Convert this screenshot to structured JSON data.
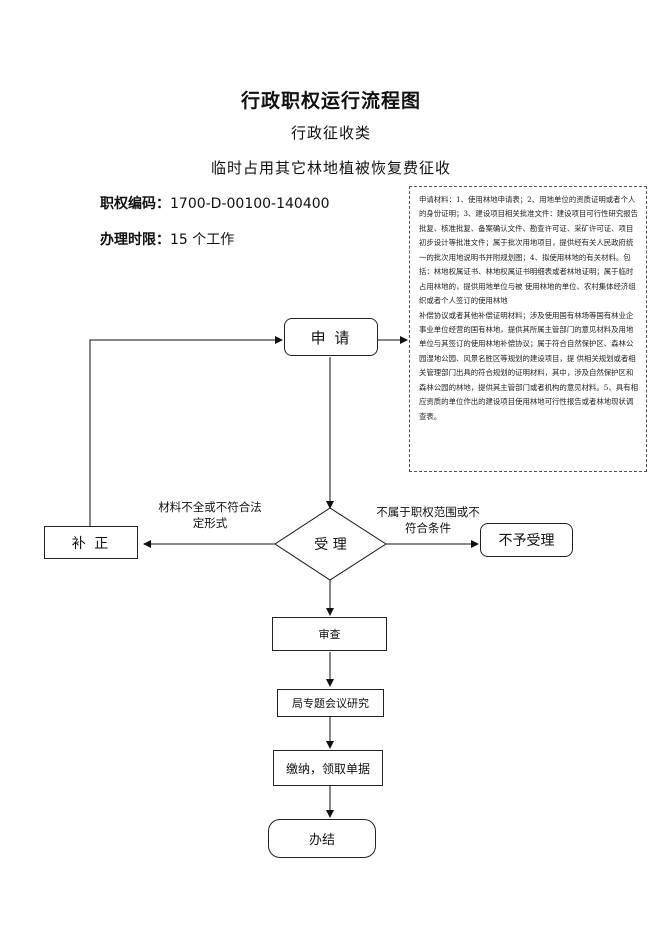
{
  "header": {
    "title": "行政职权运行流程图",
    "category": "行政征收类",
    "item_name": "临时占用其它林地植被恢复费征收"
  },
  "meta": {
    "code_label": "职权编码：",
    "code_value": "1700-D-00100-140400",
    "time_label": "办理时限：",
    "time_value": "15 个工作"
  },
  "note": {
    "lines": [
      "申请材料：1、使用林地申请表；2、用地单位的资质证明或者个人的身份证明；3、建设项目相关批准文件：建设项目可行性研究报告批复、核准批复、备案确认文件、勘查许可证、采矿许可证、项目初步设计等批准文件；属于批次用地项目，提供经有关人民政府统一的批次用地说明书并附规划图；4、拟使用林地的有关材料。包括：林地权属证书、林地权属证书明细表或者林地证明；属于临时占用林地的，提供用地单位与被 使用林地的单位、农村集体经济组织或者个人签订的使用林地",
      "补偿协议或者其他补偿证明材料；涉及使用国有林场等国有林业企事业单位经营的国有林地，提供其所属主管部门的意见材料及用地单位与其签订的使用林地补偿协议；属于符合自然保护区、森林公园湿地公园、风景名胜区等规划的建设项目，提 供相关规划或者相关管理部门出具的符合规划的证明材料，其中，涉及自然保护区和森林公园的林地，提供其主管部门或者机构的意见材料。5、具有相应资质的单位作出的建设项目使用林地可行性报告或者林地现状调查表。"
    ]
  },
  "flow": {
    "apply": "申 请",
    "accept": "受 理",
    "correct": "补 正",
    "reject": "不予受理",
    "review": "审查",
    "meeting": "局专题会议研究",
    "pay": "缴纳，领取单据",
    "finish": "办结",
    "label_incomplete": "材料不全或不符合法定形式",
    "label_out_of_scope": "不属于职权范围或不符合条件"
  }
}
